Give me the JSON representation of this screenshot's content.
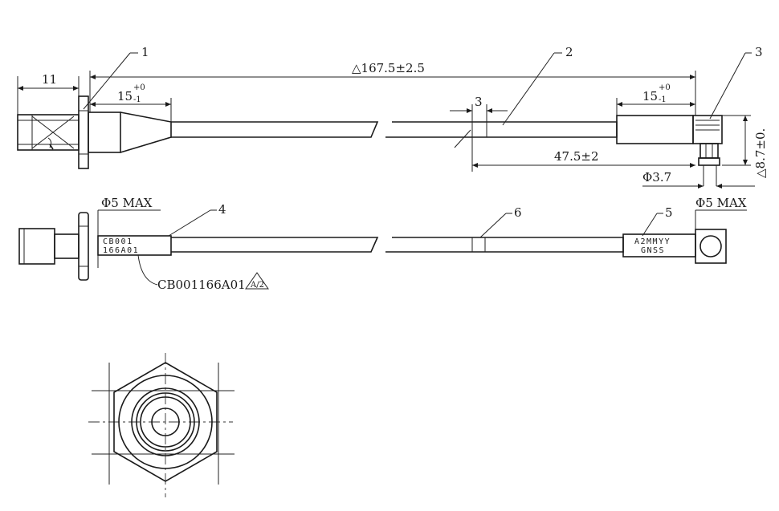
{
  "callouts": [
    "1",
    "2",
    "3",
    "4",
    "5",
    "6"
  ],
  "dimensions": {
    "overall_length": "△167.5±2.5",
    "left_connector_length": "11",
    "left_sleeve": "15",
    "left_sleeve_sub": "-1",
    "left_sleeve_sup": "+0",
    "right_sleeve": "15",
    "right_sleeve_sub": "-1",
    "right_sleeve_sup": "+0",
    "marker_width": "3",
    "right_offset": "47.5±2",
    "cable_diameter": "Φ3.7",
    "right_height": "△8.7±0.",
    "left_max_dia": "Φ5 MAX",
    "right_max_dia": "Φ5 MAX"
  },
  "labels": {
    "part_line1": "CB001",
    "part_line2": "166A01",
    "part_callout": "CB001166A01",
    "revision": "A/2",
    "right_line1": "A2MMYY",
    "right_line2": "GNSS"
  }
}
